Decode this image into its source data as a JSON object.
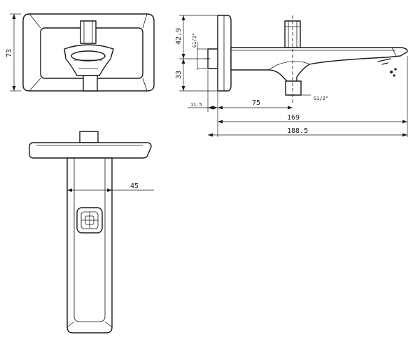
{
  "dimensions": {
    "front_height": "73",
    "thread_top": "G1/2\"",
    "offset_top": "42.9",
    "offset_bottom": "33",
    "wall_plate": "11.5",
    "inlet_distance": "75",
    "thread_bottom": "G1/2\"",
    "body_length": "169",
    "total_length": "188.5",
    "spout_width": "45"
  }
}
